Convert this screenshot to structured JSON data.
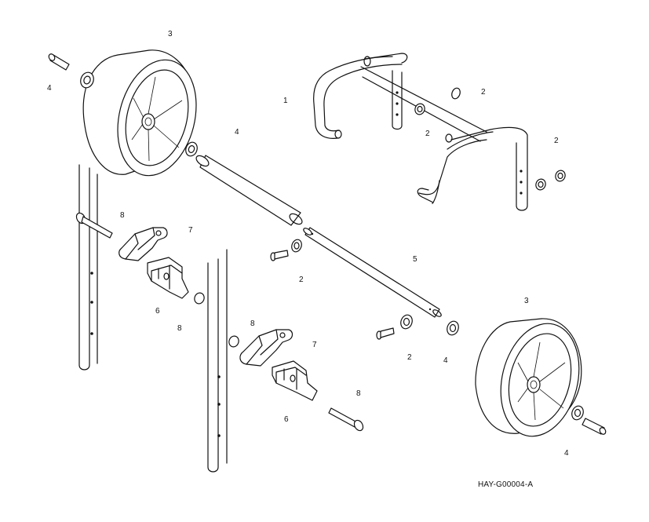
{
  "drawing_code": "HAY-G00004-A",
  "callouts": {
    "c1": "1",
    "c2a": "2",
    "c2b": "2",
    "c2c": "2",
    "c2d": "2",
    "c2e": "2",
    "c3a": "3",
    "c3b": "3",
    "c4a": "4",
    "c4b": "4",
    "c4c": "4",
    "c4d": "4",
    "c5": "5",
    "c6a": "6",
    "c6b": "6",
    "c7a": "7",
    "c7b": "7",
    "c8a": "8",
    "c8b": "8",
    "c8c": "8",
    "c8d": "8"
  }
}
